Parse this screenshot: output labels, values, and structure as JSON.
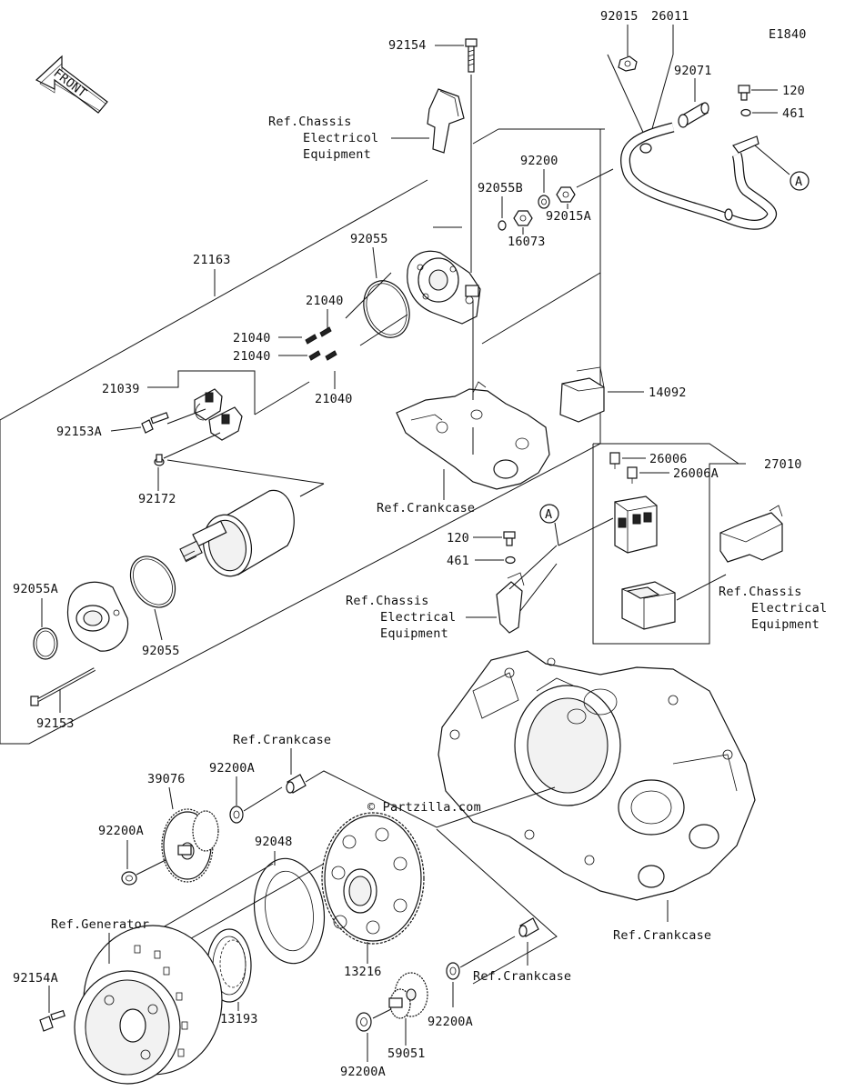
{
  "diagram_code": "E1840",
  "front_arrow_label": "FRONT",
  "watermark": "© Partzilla.com",
  "labels": {
    "p92154": "92154",
    "p92015_top": "92015",
    "p26011": "26011",
    "p92071": "92071",
    "p120_top": "120",
    "p461_top": "461",
    "callout_a_top": "A",
    "ref_chassis_top_1": "Ref.Chassis",
    "ref_chassis_top_2": "Electricol",
    "ref_chassis_top_3": "Equipment",
    "p92200": "92200",
    "p92055B": "92055B",
    "p16073": "16073",
    "p92015A": "92015A",
    "p21163": "21163",
    "p92055_top": "92055",
    "p21040_a": "21040",
    "p21040_b": "21040",
    "p21040_c": "21040",
    "p21040_d": "21040",
    "p21039": "21039",
    "p92153A": "92153A",
    "p92172": "92172",
    "p14092": "14092",
    "ref_crankcase_mid": "Ref.Crankcase",
    "p26006": "26006",
    "p26006A": "26006A",
    "p27010": "27010",
    "callout_a_mid": "A",
    "p120_mid": "120",
    "p461_mid": "461",
    "ref_chassis_mid_1": "Ref.Chassis",
    "ref_chassis_mid_2": "Electrical",
    "ref_chassis_mid_3": "Equipment",
    "ref_chassis_right_1": "Ref.Chassis",
    "ref_chassis_right_2": "Electrical",
    "ref_chassis_right_3": "Equipment",
    "p92055A": "92055A",
    "p92055_bot": "92055",
    "p92153": "92153",
    "ref_crankcase_bush": "Ref.Crankcase",
    "p39076": "39076",
    "p92200A_a": "92200A",
    "p92200A_b": "92200A",
    "p92048": "92048",
    "ref_generator": "Ref.Generator",
    "p92154A": "92154A",
    "p13193": "13193",
    "p13216": "13216",
    "ref_crankcase_right": "Ref.Crankcase",
    "ref_crankcase_low": "Ref.Crankcase",
    "p92200A_c": "92200A",
    "p92200A_d": "92200A",
    "p59051": "59051"
  }
}
